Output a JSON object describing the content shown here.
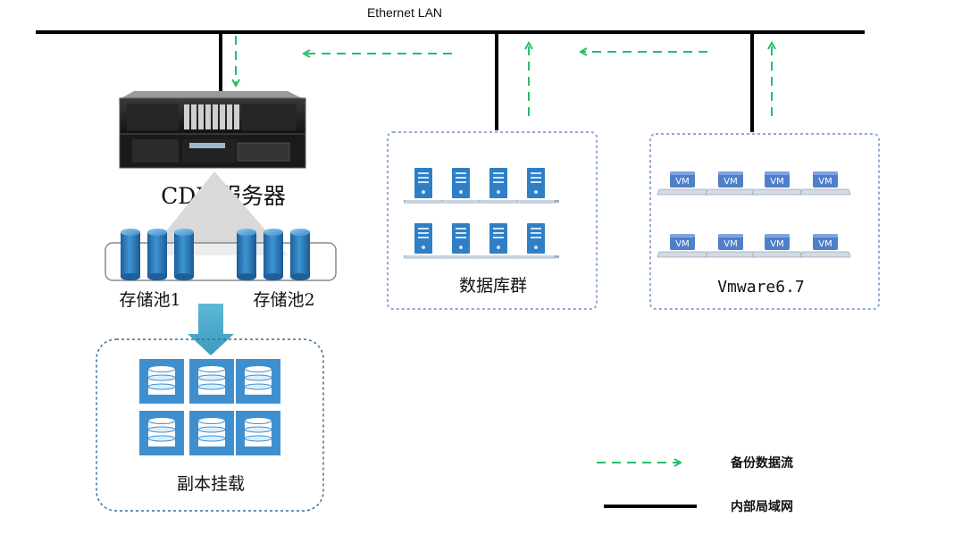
{
  "network": {
    "lan_label": "Ethernet LAN"
  },
  "cdm": {
    "title": "CDM服务器"
  },
  "storage": {
    "pool1_label": "存储池1",
    "pool2_label": "存储池2"
  },
  "replica": {
    "label": "副本挂载"
  },
  "db_cluster": {
    "label": "数据库群"
  },
  "vmware": {
    "label": "Vmware6.7",
    "vm_badge": "VM"
  },
  "legend": {
    "backup_flow": "备份数据流",
    "internal_lan": "内部局域网"
  },
  "colors": {
    "backup_flow": "#22c06a",
    "lan_line": "#000000",
    "group_border": "#8fa9d8",
    "replica_border": "#3d6e90",
    "storage_blue": "#2f7fc0",
    "arrow_teal": "#4aa8c8"
  }
}
